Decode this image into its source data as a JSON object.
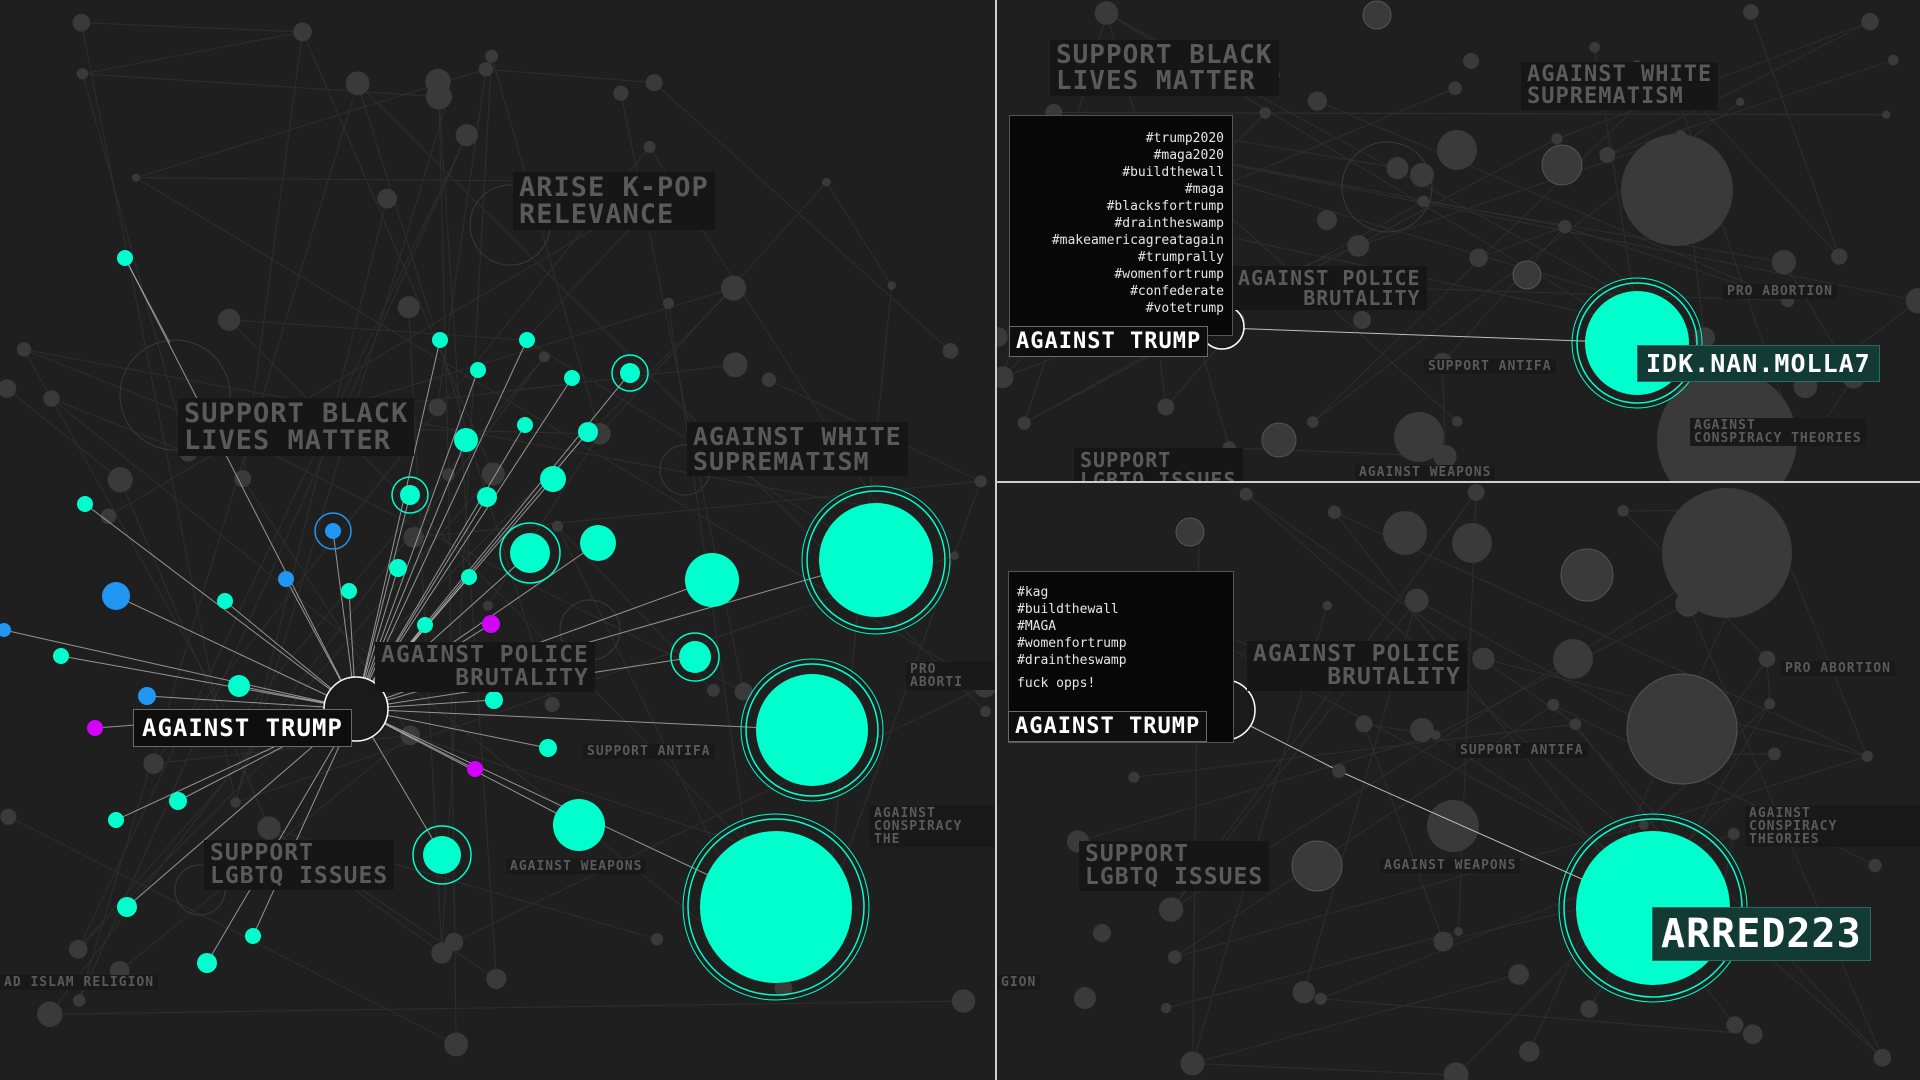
{
  "colors": {
    "background": "#1f1f1f",
    "active_node": "#00ffcc",
    "blue_node": "#2196f3",
    "magenta_node": "#d100ff",
    "dim_node": "#3a3a3a",
    "edge": "#bdbdbd"
  },
  "left_panel": {
    "focus_label": "AGAINST TRUMP",
    "topics": [
      {
        "id": "arise-kpop",
        "text": "ARISE K-POP\nRELEVANCE"
      },
      {
        "id": "blm",
        "text": "SUPPORT BLACK\nLIVES MATTER"
      },
      {
        "id": "white-sup",
        "text": "AGAINST WHITE\nSUPREMATISM"
      },
      {
        "id": "police",
        "text": "AGAINST POLICE\nBRUTALITY"
      },
      {
        "id": "lgbtq",
        "text": "SUPPORT\nLGBTQ ISSUES"
      },
      {
        "id": "antifa",
        "text": "SUPPORT ANTIFA"
      },
      {
        "id": "weapons",
        "text": "AGAINST WEAPONS"
      },
      {
        "id": "abortion",
        "text": "PRO ABORTI"
      },
      {
        "id": "conspiracy",
        "text": "AGAINST\nCONSPIRACY THE"
      },
      {
        "id": "islam",
        "text": "AD ISLAM RELIGION"
      }
    ]
  },
  "top_right_panel": {
    "focus_label": "AGAINST TRUMP",
    "username": "IDK.NAN.MOLLA7",
    "hashtags": [
      "#trump2020",
      "#maga2020",
      "#buildthewall",
      "#maga",
      "#blacksfortrump",
      "#draintheswamp",
      "#makeamericagreatagain",
      "#trumprally",
      "#womenfortrump",
      "#confederate",
      "#votetrump"
    ],
    "topics": [
      {
        "id": "blm",
        "text": "SUPPORT BLACK\nLIVES MATTER"
      },
      {
        "id": "white-sup",
        "text": "AGAINST WHITE\nSUPREMATISM"
      },
      {
        "id": "police",
        "text": "AGAINST POLICE\nBRUTALITY"
      },
      {
        "id": "abortion",
        "text": "PRO ABORTION"
      },
      {
        "id": "antifa",
        "text": "SUPPORT ANTIFA"
      },
      {
        "id": "conspiracy",
        "text": "AGAINST\nCONSPIRACY THEORIES"
      },
      {
        "id": "lgbtq",
        "text": "SUPPORT\nLGBTQ ISSUES"
      },
      {
        "id": "weapons",
        "text": "AGAINST WEAPONS"
      }
    ]
  },
  "bottom_right_panel": {
    "focus_label": "AGAINST TRUMP",
    "username": "ARRED223",
    "hashtags": [
      "#kag",
      "#buildthewall",
      "#MAGA",
      "#womenfortrump",
      "#draintheswamp"
    ],
    "comment": "fuck opps!",
    "topics": [
      {
        "id": "police",
        "text": "AGAINST POLICE\nBRUTALITY"
      },
      {
        "id": "abortion",
        "text": "PRO ABORTION"
      },
      {
        "id": "antifa",
        "text": "SUPPORT ANTIFA"
      },
      {
        "id": "conspiracy",
        "text": "AGAINST\nCONSPIRACY THEORIES"
      },
      {
        "id": "lgbtq",
        "text": "SUPPORT\nLGBTQ ISSUES"
      },
      {
        "id": "weapons",
        "text": "AGAINST WEAPONS"
      },
      {
        "id": "islam",
        "text": "GION"
      }
    ]
  }
}
